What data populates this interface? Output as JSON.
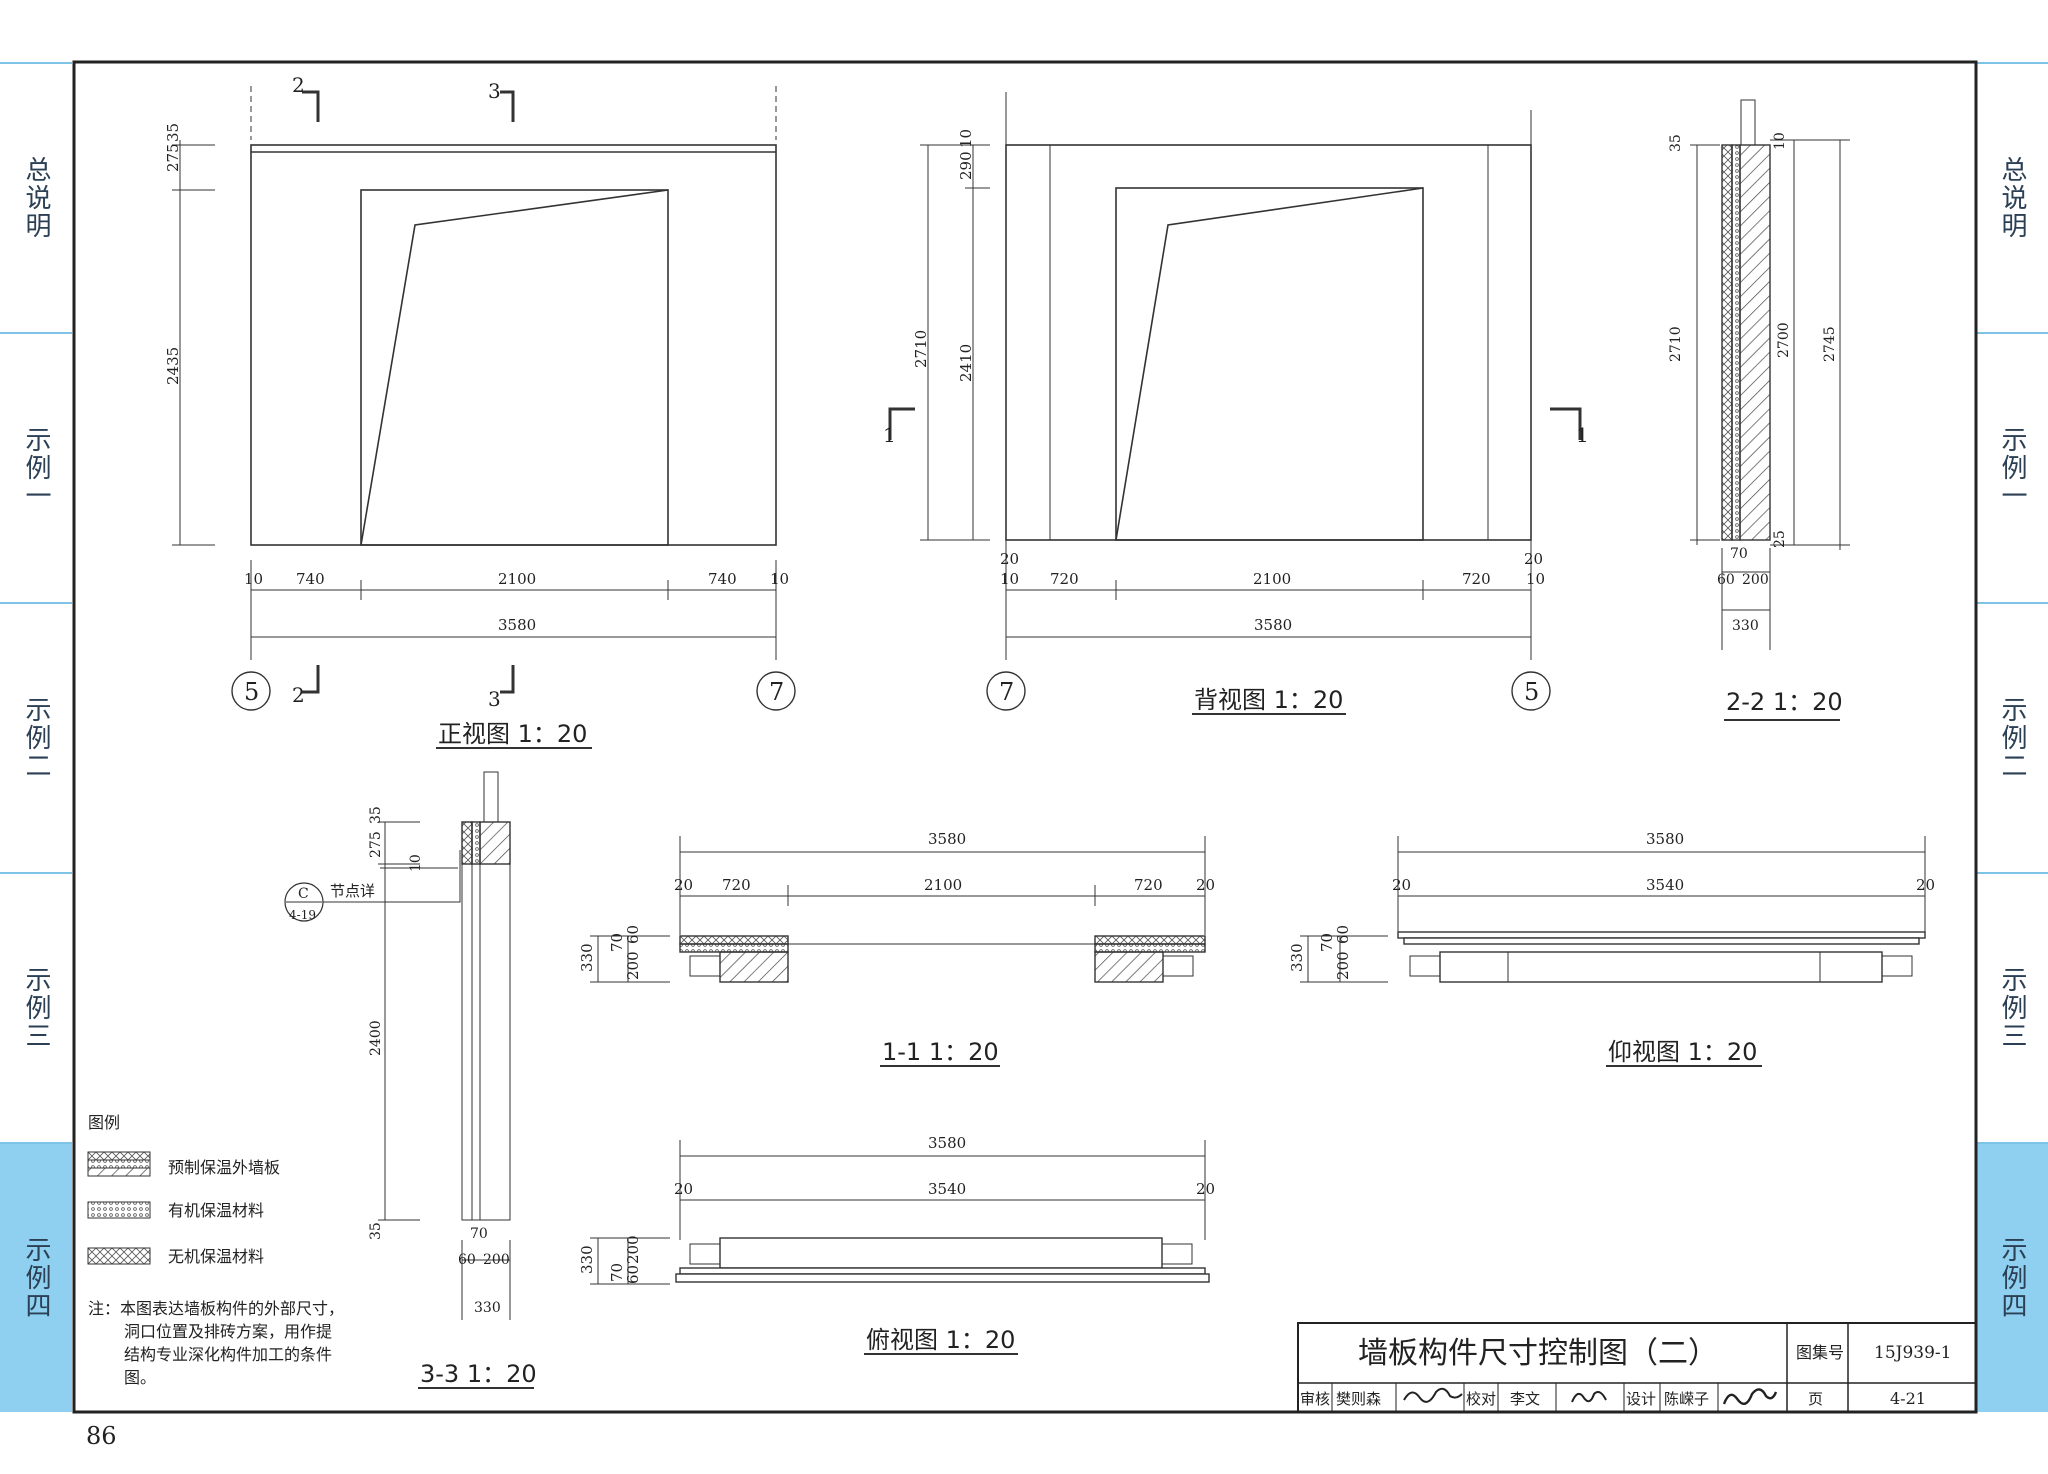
{
  "tabs": [
    "总说明",
    "示例一",
    "示例二",
    "示例三",
    "示例四"
  ],
  "active_tab": "示例四",
  "page_number": "86",
  "front_view": {
    "title": "正视图  1：20",
    "section_marks": [
      "2",
      "3"
    ],
    "axes": [
      "5",
      "7"
    ],
    "v_dims": [
      "35",
      "275",
      "2435"
    ],
    "h_dims": [
      "10",
      "740",
      "2100",
      "740",
      "10"
    ],
    "total": "3580"
  },
  "back_view": {
    "title": "背视图  1：20",
    "axes": [
      "7",
      "5"
    ],
    "section_mark": "1",
    "v_dims": [
      "2710",
      "290",
      "10",
      "2410"
    ],
    "h_dims_top": [
      "20",
      "20"
    ],
    "h_dims": [
      "10",
      "720",
      "2100",
      "720",
      "10"
    ],
    "total": "3580"
  },
  "section_2_2": {
    "title": "2-2  1：20",
    "v_dims": [
      "35",
      "10",
      "2710",
      "2700",
      "2745",
      "25"
    ],
    "h_dims": [
      "70",
      "60",
      "200"
    ],
    "total": "330"
  },
  "section_3_3": {
    "title": "3-3  1：20",
    "v_dims": [
      "35",
      "275",
      "10",
      "2400",
      "35"
    ],
    "h_dims": [
      "70",
      "60",
      "200"
    ],
    "total": "330",
    "detail_ref_top": "C",
    "detail_ref_bottom": "4-19",
    "detail_label": "节点详"
  },
  "section_1_1": {
    "title": "1-1  1：20",
    "total": "3580",
    "h_dims": [
      "20",
      "720",
      "2100",
      "720",
      "20"
    ],
    "v_dims": [
      "330",
      "70",
      "60",
      "200"
    ]
  },
  "bottom_view": {
    "title": "仰视图  1：20",
    "total": "3580",
    "h_dims": [
      "20",
      "3540",
      "20"
    ],
    "v_dims": [
      "330",
      "70",
      "60",
      "200"
    ]
  },
  "top_view": {
    "title": "俯视图  1：20",
    "total": "3580",
    "h_dims": [
      "20",
      "3540",
      "20"
    ],
    "v_dims": [
      "330",
      "200",
      "70",
      "60"
    ]
  },
  "legend": {
    "heading": "图例",
    "items": [
      "预制保温外墙板",
      "有机保温材料",
      "无机保温材料"
    ]
  },
  "note": [
    "注：本图表达墙板构件的外部尺寸，",
    "洞口位置及排砖方案，用作提",
    "结构专业深化构件加工的条件",
    "图。"
  ],
  "title_block": {
    "title": "墙板构件尺寸控制图（二）",
    "atlas_label": "图集号",
    "atlas_no": "15J939-1",
    "review_label": "审核",
    "reviewer": "樊则森",
    "check_label": "校对",
    "checker": "李文",
    "design_label": "设计",
    "designer": "陈嵘子",
    "page_label": "页",
    "page_no": "4-21"
  }
}
